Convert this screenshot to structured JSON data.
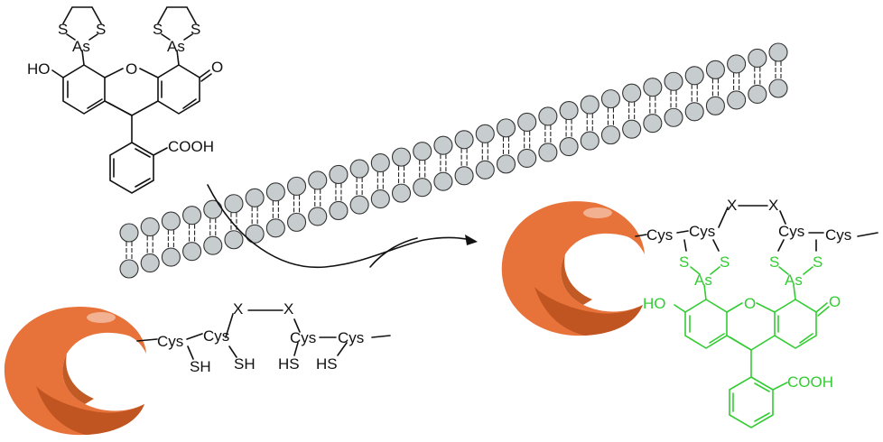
{
  "reagent": {
    "S1": "S",
    "S2": "S",
    "S3": "S",
    "S4": "S",
    "As1": "As",
    "As2": "As",
    "O_bridge": "O",
    "O_keto": "O",
    "HO": "HO",
    "COOH": "COOH"
  },
  "protein_free": {
    "cys": [
      "Cys",
      "Cys",
      "Cys",
      "Cys"
    ],
    "X": [
      "X",
      "X"
    ],
    "SH": [
      "SH",
      "SH",
      "HS",
      "HS"
    ]
  },
  "complex": {
    "cys": [
      "Cys",
      "Cys",
      "Cys",
      "Cys"
    ],
    "X": [
      "X",
      "X"
    ],
    "S": [
      "S",
      "S",
      "S",
      "S"
    ],
    "As": [
      "As",
      "As"
    ],
    "O_bridge": "O",
    "O_keto": "O",
    "HO": "HO",
    "COOH": "COOH"
  },
  "colors": {
    "protein": "#e8733a",
    "protein_shadow": "#b8501f",
    "membrane_bead": "#c7cdce",
    "bound_reagent": "#33cc33"
  }
}
